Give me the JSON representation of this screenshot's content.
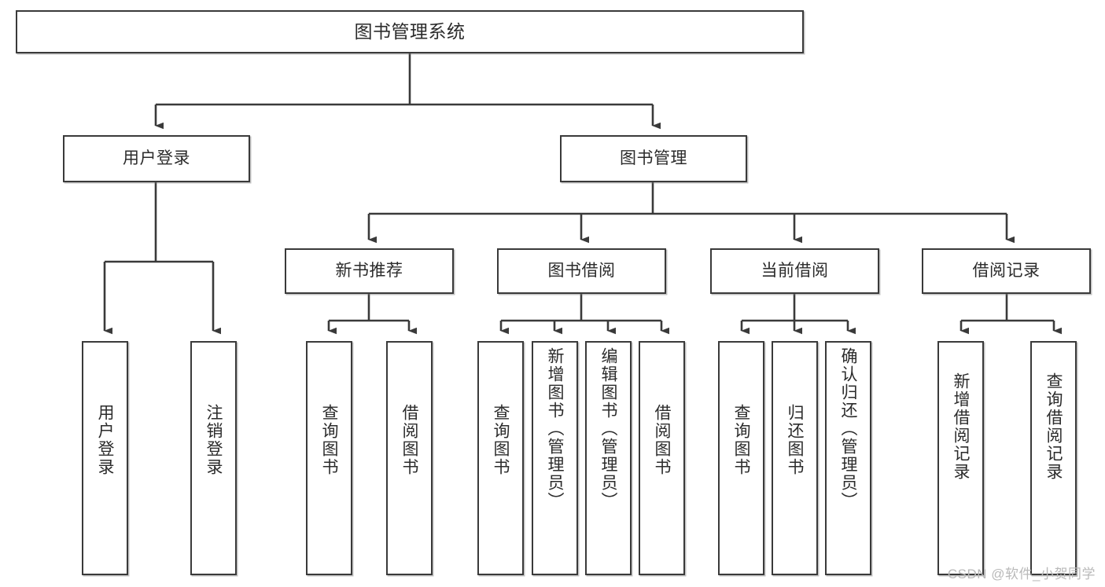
{
  "diagram": {
    "type": "tree",
    "title": "图书管理系统",
    "watermark": "CSDN @软件_小贺同学",
    "colors": {
      "box_border": "#3a3a3a",
      "box_fill": "#ffffff",
      "connector": "#3a3a3a",
      "watermark": "#b9b9b9"
    },
    "root": {
      "id": "root",
      "label": "图书管理系统"
    },
    "level1": [
      {
        "id": "user-login",
        "label": "用户登录"
      },
      {
        "id": "book-manage",
        "label": "图书管理"
      }
    ],
    "level2": [
      {
        "id": "new-book-recommend",
        "label": "新书推荐",
        "parent": "book-manage"
      },
      {
        "id": "book-borrow",
        "label": "图书借阅",
        "parent": "book-manage"
      },
      {
        "id": "current-borrow",
        "label": "当前借阅",
        "parent": "book-manage"
      },
      {
        "id": "borrow-record",
        "label": "借阅记录",
        "parent": "book-manage"
      }
    ],
    "leaves": {
      "user_login": [
        {
          "id": "leaf-user-login",
          "label": "用户登录"
        },
        {
          "id": "leaf-user-logout",
          "label": "注销登录"
        }
      ],
      "new_book_recommend": [
        {
          "id": "leaf-query-book-1",
          "label": "查询图书"
        },
        {
          "id": "leaf-borrow-book-1",
          "label": "借阅图书"
        }
      ],
      "book_borrow": [
        {
          "id": "leaf-query-book-2",
          "label": "查询图书"
        },
        {
          "id": "leaf-add-book",
          "label": "新增图书（管理员）"
        },
        {
          "id": "leaf-edit-book",
          "label": "编辑图书（管理员）"
        },
        {
          "id": "leaf-borrow-book-2",
          "label": "借阅图书"
        }
      ],
      "current_borrow": [
        {
          "id": "leaf-query-book-3",
          "label": "查询图书"
        },
        {
          "id": "leaf-return-book",
          "label": "归还图书"
        },
        {
          "id": "leaf-confirm-return",
          "label": "确认归还（管理员）"
        }
      ],
      "borrow_record": [
        {
          "id": "leaf-add-record",
          "label": "新增借阅记录"
        },
        {
          "id": "leaf-query-record",
          "label": "查询借阅记录"
        }
      ]
    }
  }
}
